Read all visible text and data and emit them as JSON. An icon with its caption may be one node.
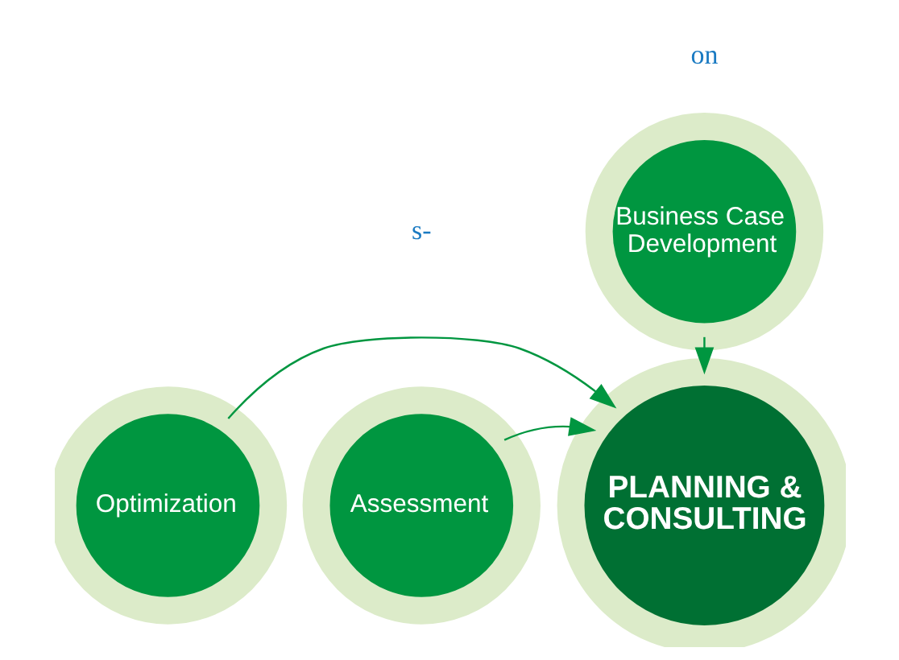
{
  "diagram": {
    "nodes": [
      {
        "text": [
          "Business Case Development"
        ]
      },
      {
        "text": [
          "Assessment"
        ]
      },
      {
        "text": [
          "PLANNING & CONSULTING"
        ]
      },
      {
        "text": [
          "Optimization"
        ]
      }
    ],
    "edges": [
      {
        "from": 0,
        "to": 2,
        "arrow": "to"
      },
      {
        "from": 1,
        "to": 2,
        "arrow": "to"
      },
      {
        "from": 3,
        "to": 2,
        "arrow": "to"
      }
    ],
    "labels": [
      "on",
      "s-"
    ]
  }
}
